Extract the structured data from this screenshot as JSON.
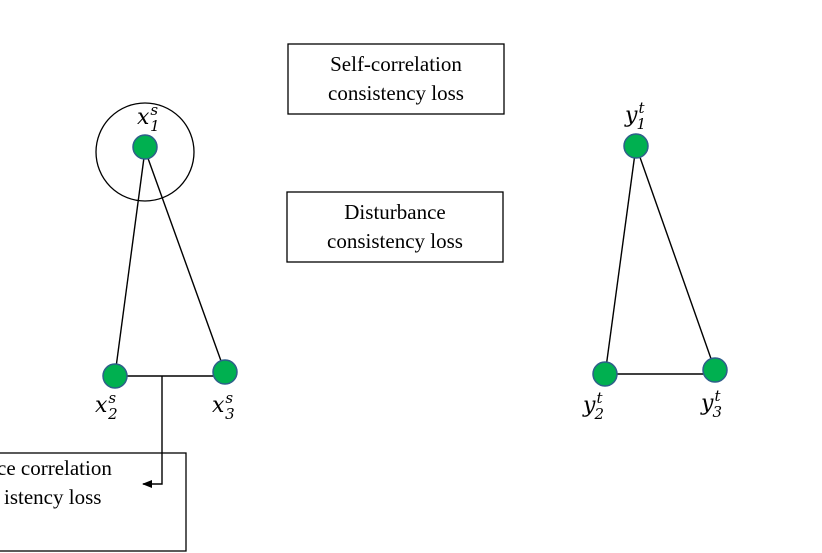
{
  "boxes": {
    "self_correlation": {
      "lines": [
        "Self-correlation",
        "consistency loss"
      ]
    },
    "disturbance": {
      "lines": [
        "Disturbance",
        "consistency loss"
      ]
    },
    "space_correlation": {
      "lines": [
        "ce correlation",
        "istency loss"
      ]
    }
  },
  "source_graph": {
    "nodes": [
      {
        "base": "x",
        "sub": "1",
        "sup": "s"
      },
      {
        "base": "x",
        "sub": "2",
        "sup": "s"
      },
      {
        "base": "x",
        "sub": "3",
        "sup": "s"
      }
    ]
  },
  "target_graph": {
    "nodes": [
      {
        "base": "y",
        "sub": "1",
        "sup": "t"
      },
      {
        "base": "y",
        "sub": "2",
        "sup": "t"
      },
      {
        "base": "y",
        "sub": "3",
        "sup": "t"
      }
    ]
  },
  "colors": {
    "node_fill": "#00b050",
    "node_stroke": "#2e5f8a",
    "line": "#000000",
    "background": "#ffffff"
  }
}
